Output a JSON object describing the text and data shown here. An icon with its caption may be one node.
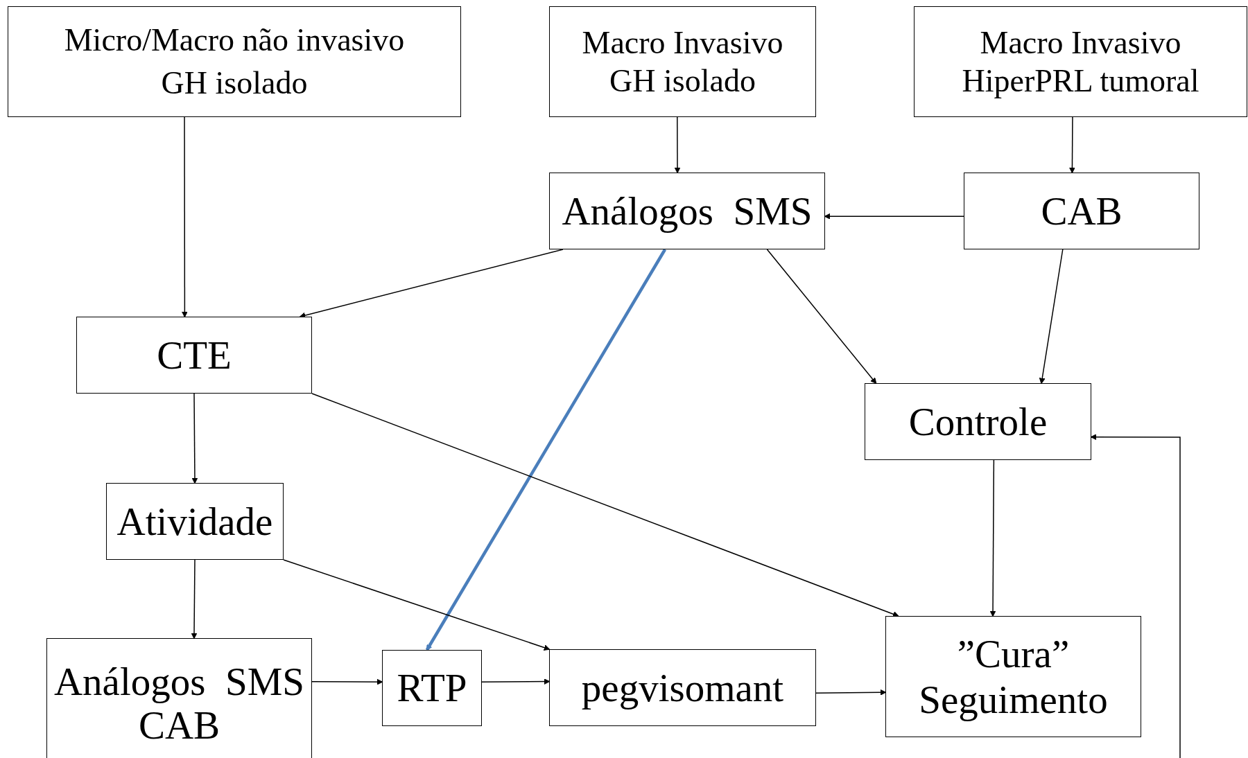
{
  "diagram": {
    "nodes": [
      {
        "text": [
          "Micro/Macro não invasivo",
          "GH isolado"
        ]
      },
      {
        "text": [
          "Macro Invasivo",
          "GH isolado"
        ]
      },
      {
        "text": [
          "Macro Invasivo",
          "HiperPRL tumoral"
        ]
      },
      {
        "text": [
          "Análogos  SMS"
        ]
      },
      {
        "text": [
          "CAB"
        ]
      },
      {
        "text": [
          "CTE"
        ]
      },
      {
        "text": [
          "Controle"
        ]
      },
      {
        "text": [
          "Atividade"
        ]
      },
      {
        "text": [
          "Análogos  SMS",
          "CAB"
        ]
      },
      {
        "text": [
          "RTP"
        ]
      },
      {
        "text": [
          "pegvisomant"
        ]
      },
      {
        "text": [
          "”Cura”",
          "Seguimento"
        ]
      }
    ],
    "edges": [
      {
        "from": 0,
        "to": 5,
        "arrow": "to"
      },
      {
        "from": 1,
        "to": 3,
        "arrow": "to"
      },
      {
        "from": 2,
        "to": 4,
        "arrow": "to"
      },
      {
        "from": 4,
        "to": 3,
        "arrow": "to"
      },
      {
        "from": 3,
        "to": 5,
        "arrow": "to"
      },
      {
        "from": 3,
        "to": 9,
        "arrow": "to",
        "style": "thick",
        "color": "#4a7ebb"
      },
      {
        "from": 3,
        "to": 6,
        "arrow": "to"
      },
      {
        "from": 4,
        "to": 6,
        "arrow": "to"
      },
      {
        "from": 5,
        "to": 7,
        "arrow": "to"
      },
      {
        "from": 5,
        "to": 11,
        "arrow": "to"
      },
      {
        "from": 7,
        "to": 8,
        "arrow": "to"
      },
      {
        "from": 7,
        "to": 10,
        "arrow": "to"
      },
      {
        "from": 8,
        "to": 9,
        "arrow": "to"
      },
      {
        "from": 9,
        "to": 10,
        "arrow": "to"
      },
      {
        "from": 10,
        "to": 11,
        "arrow": "to"
      },
      {
        "from": 6,
        "to": 11,
        "arrow": "to"
      },
      {
        "from": null,
        "to": 6,
        "arrow": "to"
      }
    ]
  }
}
